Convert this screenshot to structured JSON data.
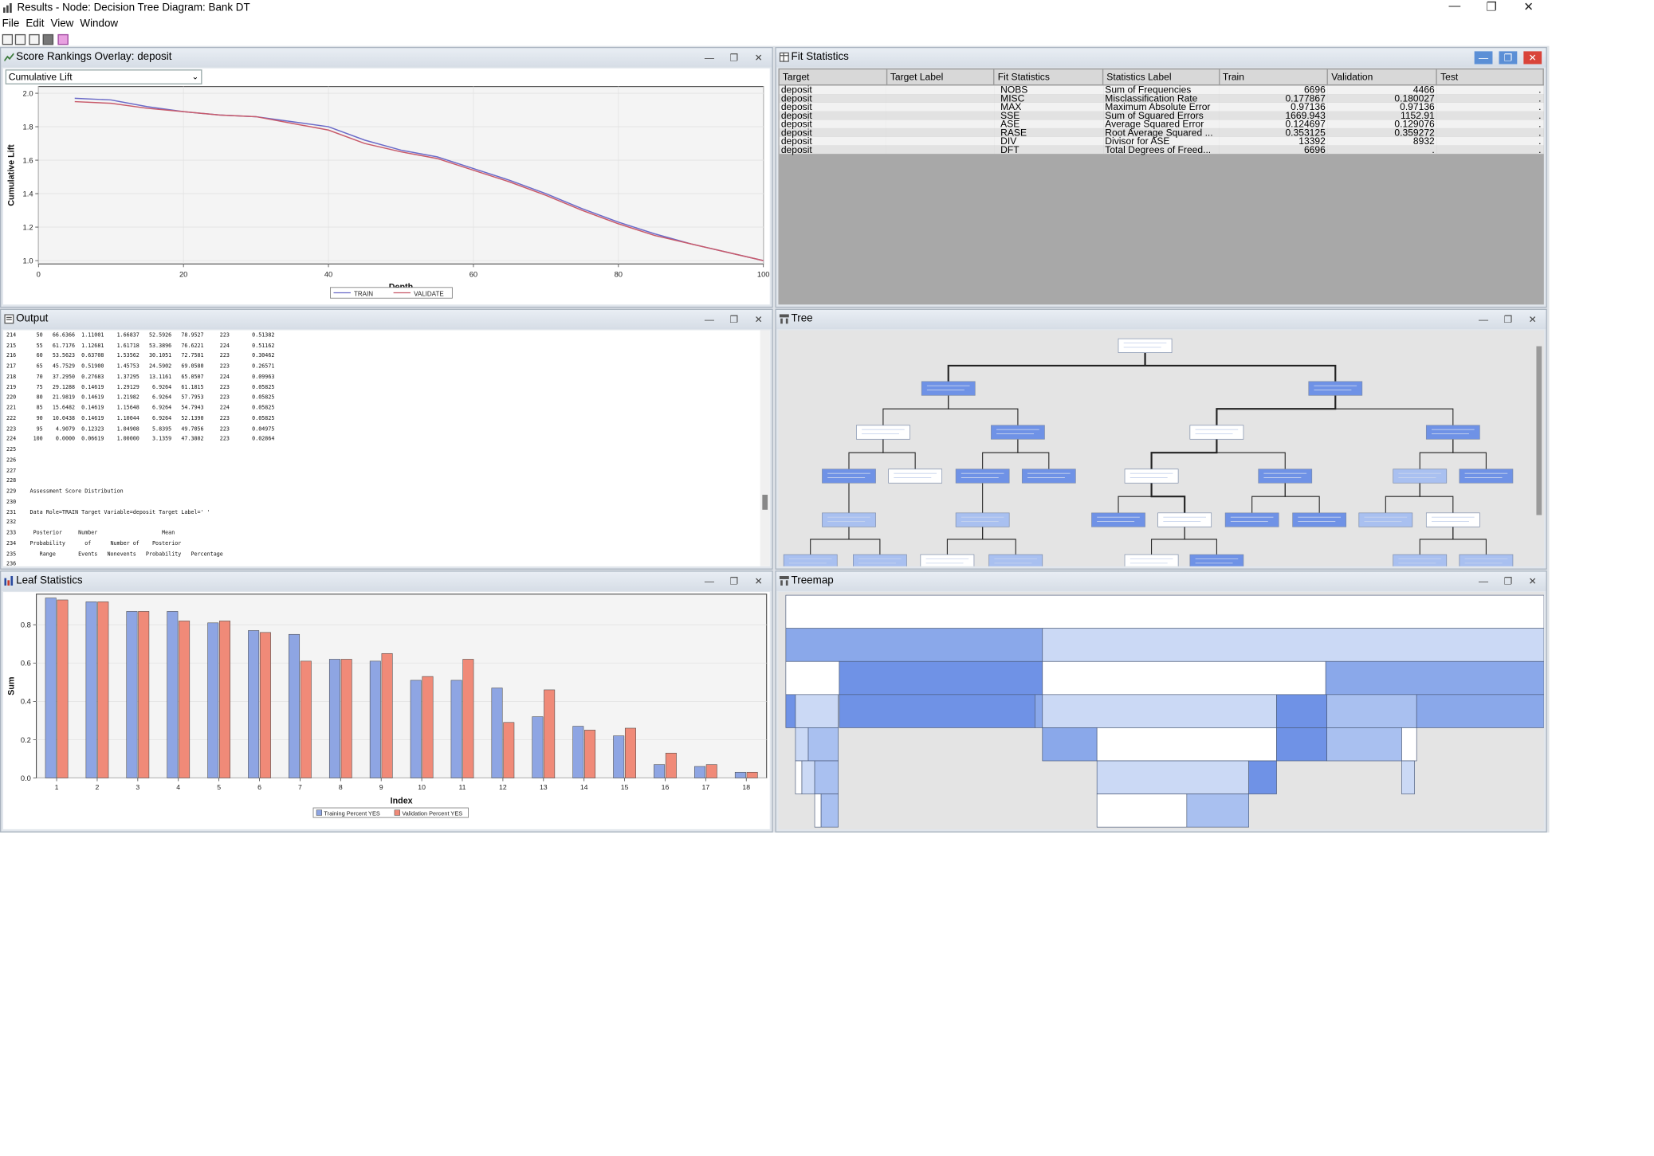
{
  "window": {
    "title": "Results - Node: Decision Tree  Diagram: Bank DT",
    "minimize_glyph": "—",
    "maximize_glyph": "❐",
    "close_glyph": "✕"
  },
  "menu": [
    "File",
    "Edit",
    "View",
    "Window"
  ],
  "toolbar_icons": [
    "open-icon",
    "new-icon",
    "print-icon",
    "copy-icon",
    "properties-icon"
  ],
  "panel_buttons": {
    "minimize": "—",
    "maximize": "❐",
    "close": "✕"
  },
  "score_rankings": {
    "title": "Score Rankings Overlay: deposit",
    "dropdown_value": "Cumulative Lift",
    "chart_data": {
      "type": "line",
      "title": "",
      "xlabel": "Depth",
      "ylabel": "Cumulative Lift",
      "xlim": [
        0,
        100
      ],
      "ylim": [
        0.98,
        2.04
      ],
      "xticks": [
        0,
        20,
        40,
        60,
        80,
        100
      ],
      "yticks": [
        1.0,
        1.2,
        1.4,
        1.6,
        1.8,
        2.0
      ],
      "grid": true,
      "legend_placement": "bottom",
      "series": [
        {
          "name": "TRAIN",
          "color": "#6a6ac8",
          "x": [
            5,
            10,
            15,
            20,
            25,
            30,
            35,
            40,
            45,
            50,
            55,
            60,
            65,
            70,
            75,
            80,
            85,
            90,
            95,
            100
          ],
          "y": [
            1.97,
            1.96,
            1.92,
            1.89,
            1.87,
            1.86,
            1.83,
            1.8,
            1.72,
            1.66,
            1.62,
            1.55,
            1.48,
            1.4,
            1.31,
            1.23,
            1.16,
            1.1,
            1.05,
            1.0
          ]
        },
        {
          "name": "VALIDATE",
          "color": "#c85a6a",
          "x": [
            5,
            10,
            15,
            20,
            25,
            30,
            35,
            40,
            45,
            50,
            55,
            60,
            65,
            70,
            75,
            80,
            85,
            90,
            95,
            100
          ],
          "y": [
            1.95,
            1.94,
            1.91,
            1.89,
            1.87,
            1.86,
            1.82,
            1.78,
            1.7,
            1.65,
            1.61,
            1.54,
            1.47,
            1.39,
            1.3,
            1.22,
            1.15,
            1.1,
            1.05,
            1.0
          ]
        }
      ]
    }
  },
  "fit_statistics": {
    "title": "Fit Statistics",
    "columns": [
      "Target",
      "Target Label",
      "Fit Statistics",
      "Statistics Label",
      "Train",
      "Validation",
      "Test"
    ],
    "rows": [
      [
        "deposit",
        "",
        "NOBS",
        "Sum of Frequencies",
        "6696",
        "4466",
        "."
      ],
      [
        "deposit",
        "",
        "MISC",
        "Misclassification Rate",
        "0.177867",
        "0.180027",
        "."
      ],
      [
        "deposit",
        "",
        "MAX",
        "Maximum Absolute Error",
        "0.97136",
        "0.97136",
        "."
      ],
      [
        "deposit",
        "",
        "SSE",
        "Sum of Squared Errors",
        "1669.943",
        "1152.91",
        "."
      ],
      [
        "deposit",
        "",
        "ASE",
        "Average Squared Error",
        "0.124697",
        "0.129076",
        "."
      ],
      [
        "deposit",
        "",
        "RASE",
        "Root Average Squared ...",
        "0.353125",
        "0.359272",
        "."
      ],
      [
        "deposit",
        "",
        "DIV",
        "Divisor for ASE",
        "13392",
        "8932",
        "."
      ],
      [
        "deposit",
        "",
        "DFT",
        "Total Degrees of Freed...",
        "6696",
        ".",
        "."
      ]
    ]
  },
  "output": {
    "title": "Output",
    "lines": [
      {
        "n": "214",
        "t": "  50   66.6366  1.11001    1.66837   52.5926   78.9527     223       0.51382"
      },
      {
        "n": "215",
        "t": "  55   61.7176  1.12681    1.61718   53.3896   76.6221     224       0.51162"
      },
      {
        "n": "216",
        "t": "  60   53.5623  0.63708    1.53562   30.1051   72.7581     223       0.30462"
      },
      {
        "n": "217",
        "t": "  65   45.7529  0.51900    1.45753   24.5902   69.0580     223       0.26571"
      },
      {
        "n": "218",
        "t": "  70   37.2950  0.27683    1.37295   13.1161   65.0507     224       0.09963"
      },
      {
        "n": "219",
        "t": "  75   29.1288  0.14619    1.29129    6.9264   61.1815     223       0.05825"
      },
      {
        "n": "220",
        "t": "  80   21.9819  0.14619    1.21982    6.9264   57.7953     223       0.05825"
      },
      {
        "n": "221",
        "t": "  85   15.6482  0.14619    1.15648    6.9264   54.7943     224       0.05825"
      },
      {
        "n": "222",
        "t": "  90   10.0438  0.14619    1.10044    6.9264   52.1390     223       0.05825"
      },
      {
        "n": "223",
        "t": "  95    4.9079  0.12323    1.04908    5.8395   49.7056     223       0.04975"
      },
      {
        "n": "224",
        "t": " 100    0.0000  0.06619    1.00000    3.1359   47.3802     223       0.02864"
      },
      {
        "n": "225",
        "t": ""
      },
      {
        "n": "226",
        "t": ""
      },
      {
        "n": "227",
        "t": ""
      },
      {
        "n": "228",
        "t": ""
      },
      {
        "n": "229",
        "t": "Assessment Score Distribution"
      },
      {
        "n": "230",
        "t": ""
      },
      {
        "n": "231",
        "t": "Data Role=TRAIN Target Variable=deposit Target Label=' '"
      },
      {
        "n": "232",
        "t": ""
      },
      {
        "n": "233",
        "t": " Posterior     Number                    Mean"
      },
      {
        "n": "234",
        "t": "Probability      of      Number of    Posterior"
      },
      {
        "n": "235",
        "t": "   Range       Events   Nonevents   Probability   Percentage"
      },
      {
        "n": "236",
        "t": ""
      }
    ]
  },
  "tree": {
    "title": "Tree"
  },
  "leaf_statistics": {
    "title": "Leaf Statistics",
    "chart_data": {
      "type": "bar",
      "title": "",
      "xlabel": "Index",
      "ylabel": "Sum",
      "ylim": [
        0,
        0.96
      ],
      "yticks": [
        0.0,
        0.2,
        0.4,
        0.6,
        0.8
      ],
      "categories": [
        "1",
        "2",
        "3",
        "4",
        "5",
        "6",
        "7",
        "8",
        "9",
        "10",
        "11",
        "12",
        "13",
        "14",
        "15",
        "16",
        "17",
        "18"
      ],
      "legend_placement": "bottom",
      "series": [
        {
          "name": "Training Percent YES",
          "color": "#8ea5e3",
          "values": [
            0.94,
            0.92,
            0.87,
            0.87,
            0.81,
            0.77,
            0.75,
            0.62,
            0.61,
            0.51,
            0.51,
            0.47,
            0.32,
            0.27,
            0.22,
            0.07,
            0.06,
            0.03
          ]
        },
        {
          "name": "Validation Percent YES",
          "color": "#f08a78",
          "values": [
            0.93,
            0.92,
            0.87,
            0.82,
            0.82,
            0.76,
            0.61,
            0.62,
            0.65,
            0.53,
            0.62,
            0.29,
            0.46,
            0.25,
            0.26,
            0.13,
            0.07,
            0.03
          ]
        }
      ]
    }
  },
  "treemap": {
    "title": "Treemap"
  }
}
